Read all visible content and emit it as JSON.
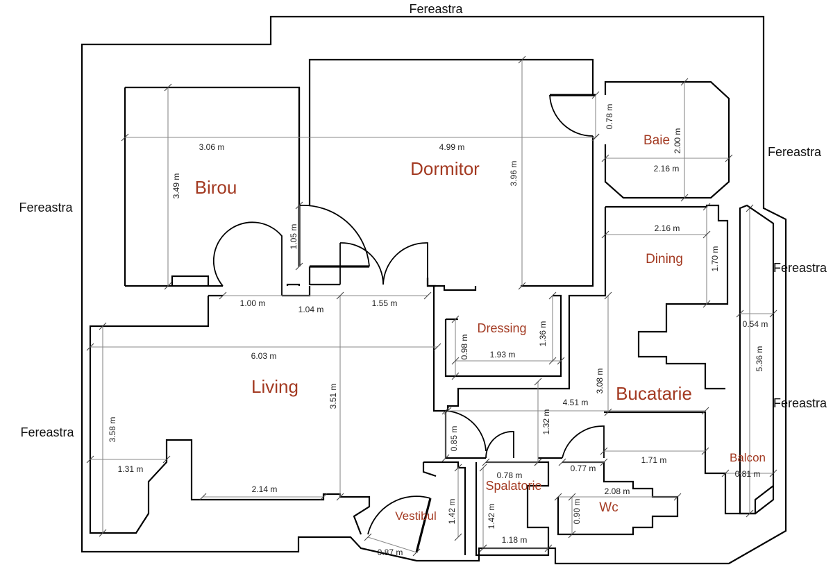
{
  "window_labels": {
    "top": "Fereastra",
    "left_upper": "Fereastra",
    "left_lower": "Fereastra",
    "right_upper": "Fereastra",
    "right_middle": "Fereastra",
    "right_lower": "Fereastra"
  },
  "rooms": {
    "birou": "Birou",
    "dormitor": "Dormitor",
    "baie": "Baie",
    "dining": "Dining",
    "dressing": "Dressing",
    "living": "Living",
    "bucatarie": "Bucatarie",
    "balcon": "Balcon",
    "spalatorie": "Spalatorie",
    "wc": "Wc",
    "vestibul": "Vestibul"
  },
  "dimensions": {
    "birou_width": "3.06 m",
    "birou_height": "3.49 m",
    "dormitor_width": "4.99 m",
    "dormitor_height": "3.96 m",
    "baie_door": "0.78 m",
    "baie_height": "2.00 m",
    "baie_width": "2.16 m",
    "dining_width": "2.16 m",
    "dining_height": "1.70 m",
    "hall_door": "1.05 m",
    "hall_a": "1.00 m",
    "hall_b": "1.04 m",
    "hall_c": "1.55 m",
    "dressing_height": "1.36 m",
    "dressing_depth": "0.98 m",
    "dressing_width": "1.93 m",
    "living_width": "6.03 m",
    "living_height": "3.51 m",
    "living_left_height": "3.58 m",
    "living_bottom_left": "1.31 m",
    "living_bottom": "2.14 m",
    "balcon_narrow": "0.54 m",
    "balcon_length": "5.36 m",
    "balcon_width": "0.81 m",
    "bucatarie_height": "3.08 m",
    "bucatarie_width": "4.51 m",
    "hallway_height": "1.32 m",
    "hallway_door": "0.85 m",
    "spalatorie_door": "0.78 m",
    "spalatorie_height": "1.42 m",
    "spalatorie_width": "1.18 m",
    "wc_door": "0.77 m",
    "kitchen_counter": "1.71 m",
    "wc_width": "2.08 m",
    "wc_height": "0.90 m",
    "vestibul_height": "1.42 m",
    "vestibul_door": "0.87 m"
  }
}
